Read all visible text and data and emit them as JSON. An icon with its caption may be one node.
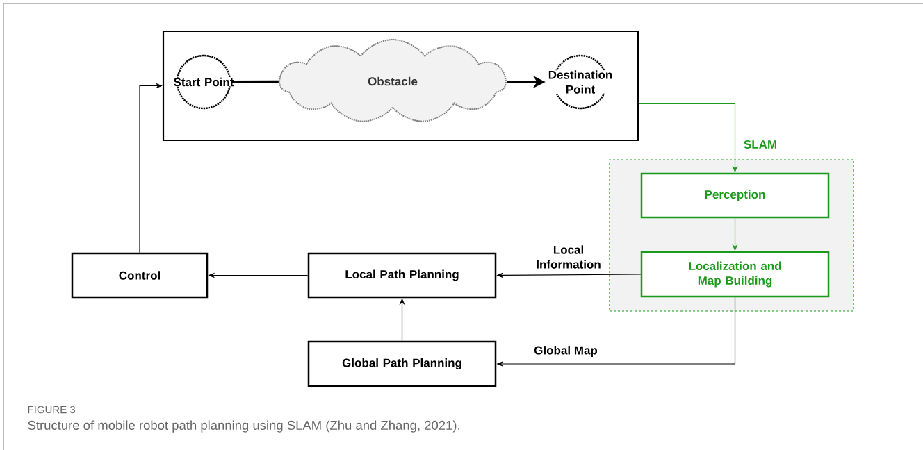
{
  "diagram": {
    "caption": "Structure of mobile robot path planning using SLAM (Zhu and Zhang, 2021).",
    "nodes": [
      {
        "text": [],
        "shape": "box"
      },
      {
        "text": [
          "Start Point"
        ],
        "in": 0
      },
      {
        "text": [
          "Obstacle"
        ],
        "in": 0
      },
      {
        "text": [
          "Destination Point"
        ],
        "in": 0
      },
      {
        "text": [
          "SLAM"
        ]
      },
      {
        "text": [
          "Perception"
        ],
        "in": 4
      },
      {
        "text": [
          "Localization and Map Building"
        ],
        "in": 4
      },
      {
        "text": [
          "Local Path Planning"
        ]
      },
      {
        "text": [
          "Global Path Planning"
        ]
      },
      {
        "text": [
          "Control"
        ]
      }
    ],
    "edges": [
      {
        "from": 1,
        "to": 2,
        "arrow": "none",
        "style": "thick"
      },
      {
        "from": 2,
        "to": 3,
        "arrow": "to",
        "style": "thick"
      },
      {
        "from": 0,
        "to": 5,
        "arrow": "to",
        "color": "#1a9a1a"
      },
      {
        "from": 5,
        "to": 6,
        "arrow": "to",
        "color": "#1a9a1a"
      },
      {
        "from": 6,
        "to": 7,
        "arrow": "to",
        "label": "Local Information"
      },
      {
        "from": 6,
        "to": 8,
        "arrow": "to",
        "label": "Global Map"
      },
      {
        "from": 8,
        "to": 7,
        "arrow": "to"
      },
      {
        "from": 7,
        "to": 9,
        "arrow": "to"
      },
      {
        "from": 9,
        "to": 0,
        "arrow": "to"
      }
    ],
    "labels": [
      "FIGURE 3"
    ]
  }
}
